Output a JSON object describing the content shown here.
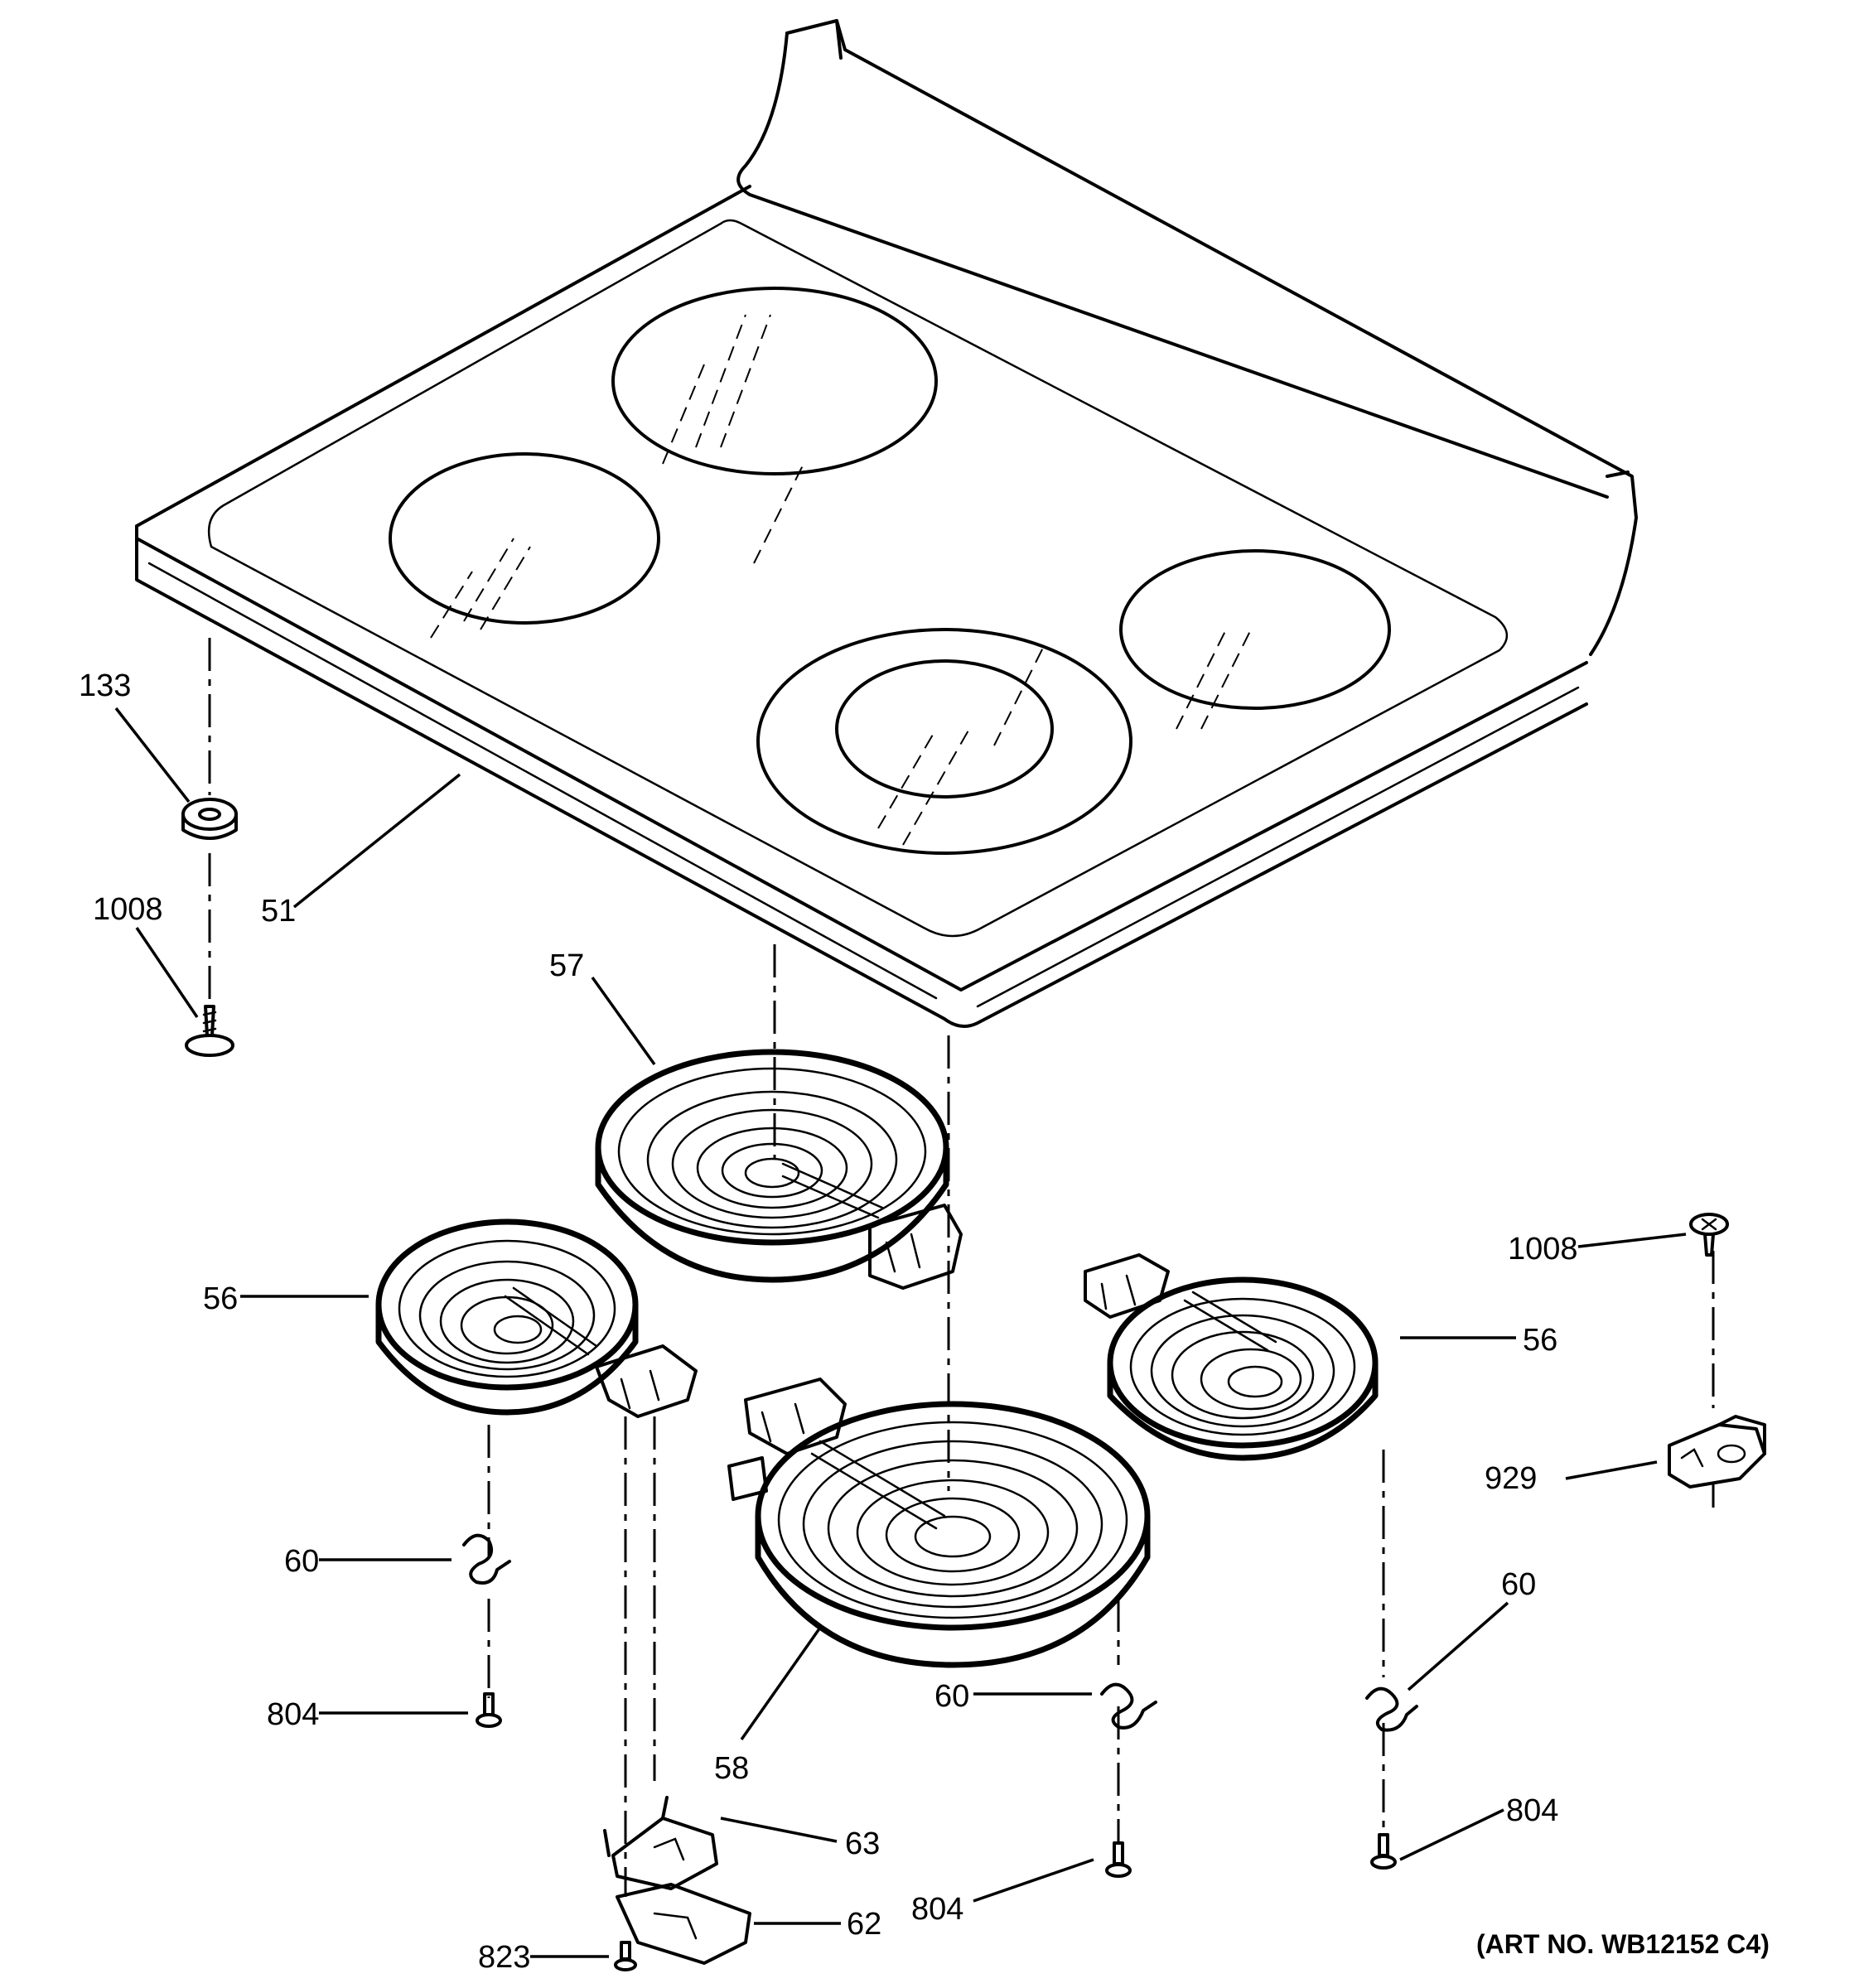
{
  "callouts": {
    "c133": "133",
    "c1008_left": "1008",
    "c51": "51",
    "c57": "57",
    "c56_left": "56",
    "c56_right": "56",
    "c1008_right": "1008",
    "c929": "929",
    "c60_left": "60",
    "c60_mid": "60",
    "c60_right": "60",
    "c804_left": "804",
    "c804_mid": "804",
    "c804_right": "804",
    "c58": "58",
    "c63": "63",
    "c62": "62",
    "c823": "823"
  },
  "art_number": "(ART NO. WB12152 C4)"
}
